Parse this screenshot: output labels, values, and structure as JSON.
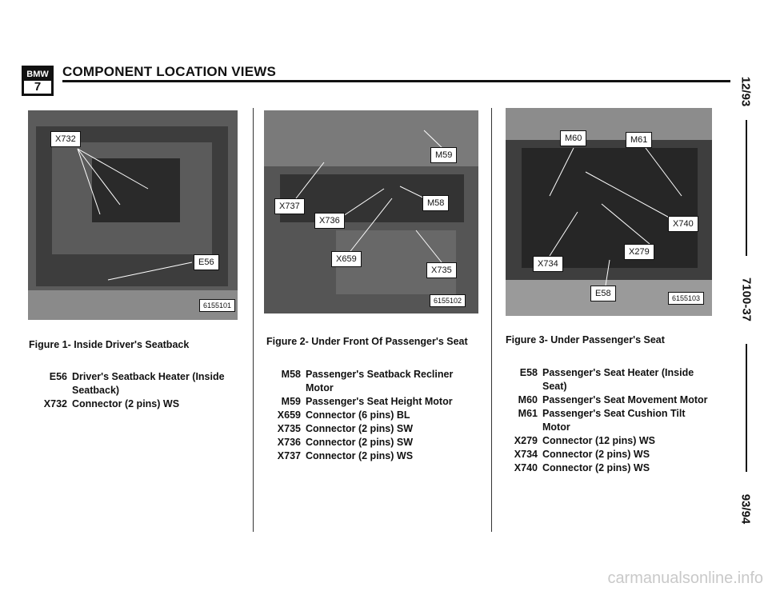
{
  "header": {
    "logo_top": "BMW",
    "logo_bottom": "7",
    "title": "COMPONENT LOCATION VIEWS"
  },
  "sidebar": {
    "date": "12/93",
    "page": "7100-37",
    "model_year": "93/94"
  },
  "figures": [
    {
      "caption_num": "Figure 1-",
      "caption_text": "Inside Driver's Seatback",
      "image_number": "6155101",
      "callouts": [
        "X732",
        "E56"
      ],
      "legend": [
        {
          "code": "E56",
          "desc": "Driver's Seatback Heater (Inside Seatback)"
        },
        {
          "code": "X732",
          "desc": "Connector (2 pins) WS"
        }
      ]
    },
    {
      "caption_num": "Figure 2-",
      "caption_text": "Under Front Of Passenger's Seat",
      "image_number": "6155102",
      "callouts": [
        "M59",
        "X737",
        "M58",
        "X736",
        "X659",
        "X735"
      ],
      "legend": [
        {
          "code": "M58",
          "desc": "Passenger's Seatback Recliner Motor"
        },
        {
          "code": "M59",
          "desc": "Passenger's Seat Height Motor"
        },
        {
          "code": "X659",
          "desc": "Connector (6 pins) BL"
        },
        {
          "code": "X735",
          "desc": "Connector (2 pins) SW"
        },
        {
          "code": "X736",
          "desc": "Connector (2 pins) SW"
        },
        {
          "code": "X737",
          "desc": "Connector (2 pins) WS"
        }
      ]
    },
    {
      "caption_num": "Figure 3-",
      "caption_text": "Under Passenger's Seat",
      "image_number": "6155103",
      "callouts": [
        "M60",
        "M61",
        "X740",
        "X279",
        "X734",
        "E58"
      ],
      "legend": [
        {
          "code": "E58",
          "desc": "Passenger's Seat Heater (Inside Seat)"
        },
        {
          "code": "M60",
          "desc": "Passenger's Seat Movement Motor"
        },
        {
          "code": "M61",
          "desc": "Passenger's Seat Cushion Tilt Motor"
        },
        {
          "code": "X279",
          "desc": "Connector (12 pins) WS"
        },
        {
          "code": "X734",
          "desc": "Connector (2 pins) WS"
        },
        {
          "code": "X740",
          "desc": "Connector (2 pins) WS"
        }
      ]
    }
  ],
  "footer": {
    "watermark": "carmanualsonline.info"
  }
}
